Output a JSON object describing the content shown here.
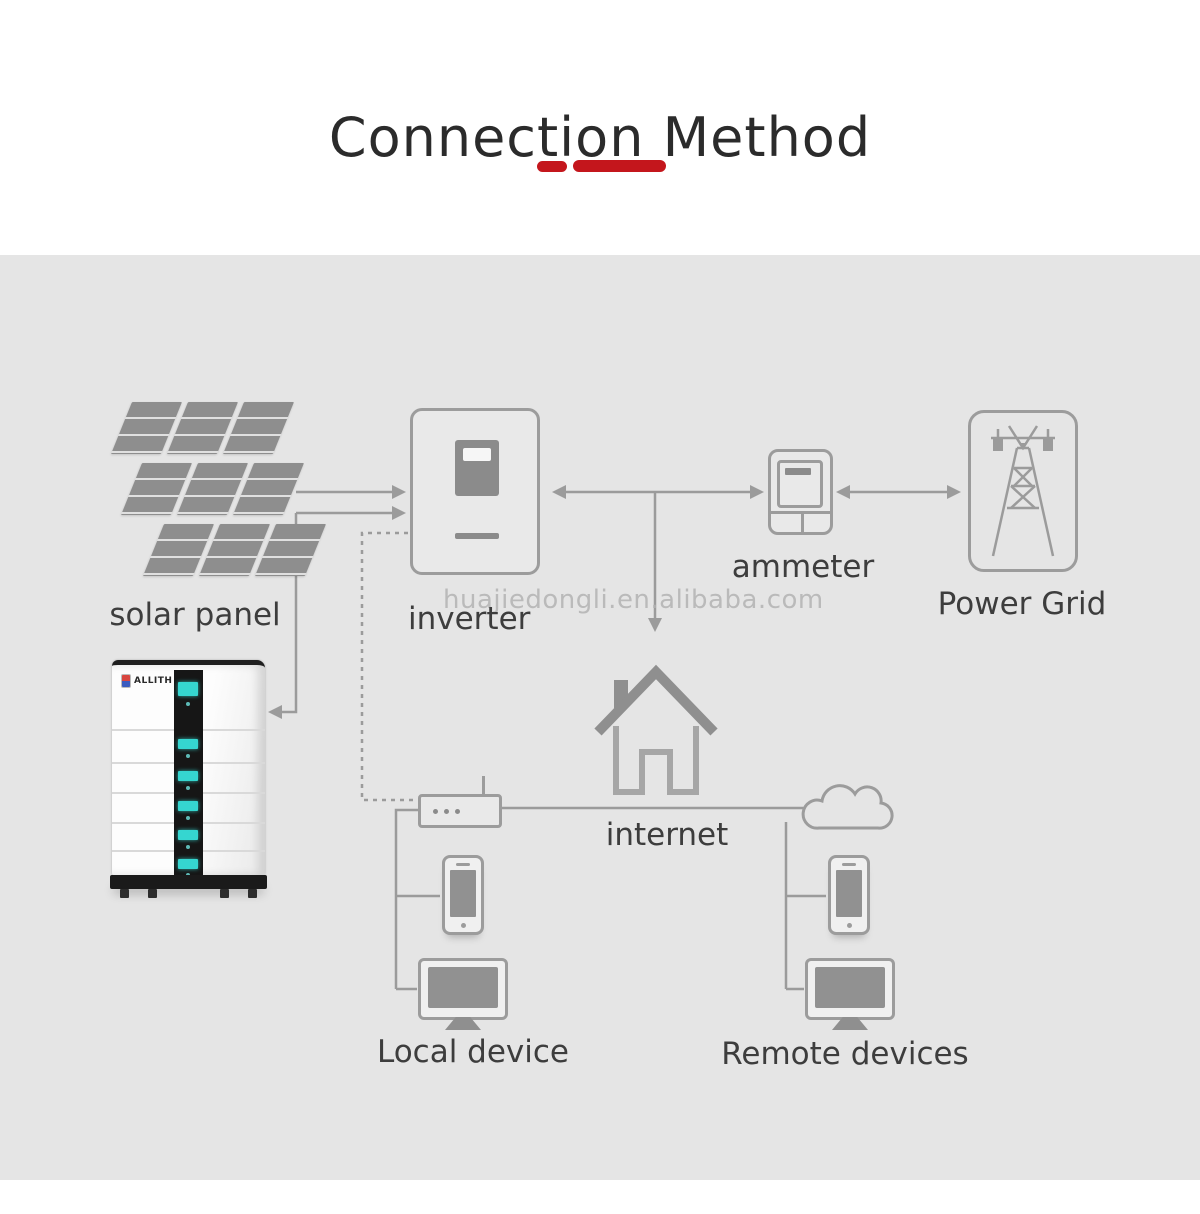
{
  "title": "Connection Method",
  "watermark": "huajiedongli.en.alibaba.com",
  "nodes": {
    "solar_panel": {
      "label": "solar panel"
    },
    "inverter": {
      "label": "inverter"
    },
    "ammeter": {
      "label": "ammeter"
    },
    "power_grid": {
      "label": "Power Grid"
    },
    "internet": {
      "label": "internet"
    },
    "local_device": {
      "label": "Local device"
    },
    "remote_devices": {
      "label": "Remote devices"
    }
  },
  "battery": {
    "brand": "ALLITH"
  },
  "icons": [
    "solar-panel-icon",
    "inverter-icon",
    "battery-stack-icon",
    "ammeter-icon",
    "power-grid-tower-icon",
    "house-icon",
    "router-icon",
    "cloud-icon",
    "smartphone-icon",
    "monitor-icon"
  ],
  "colors": {
    "accent_red": "#c4161c",
    "canvas_gray": "#e5e5e5",
    "line_gray": "#9b9b9b",
    "icon_gray": "#8e8e8e",
    "label_dark": "#3d3d3d",
    "screen_cyan": "#35d6d0",
    "watermark_gray": "#b3b3b3"
  }
}
